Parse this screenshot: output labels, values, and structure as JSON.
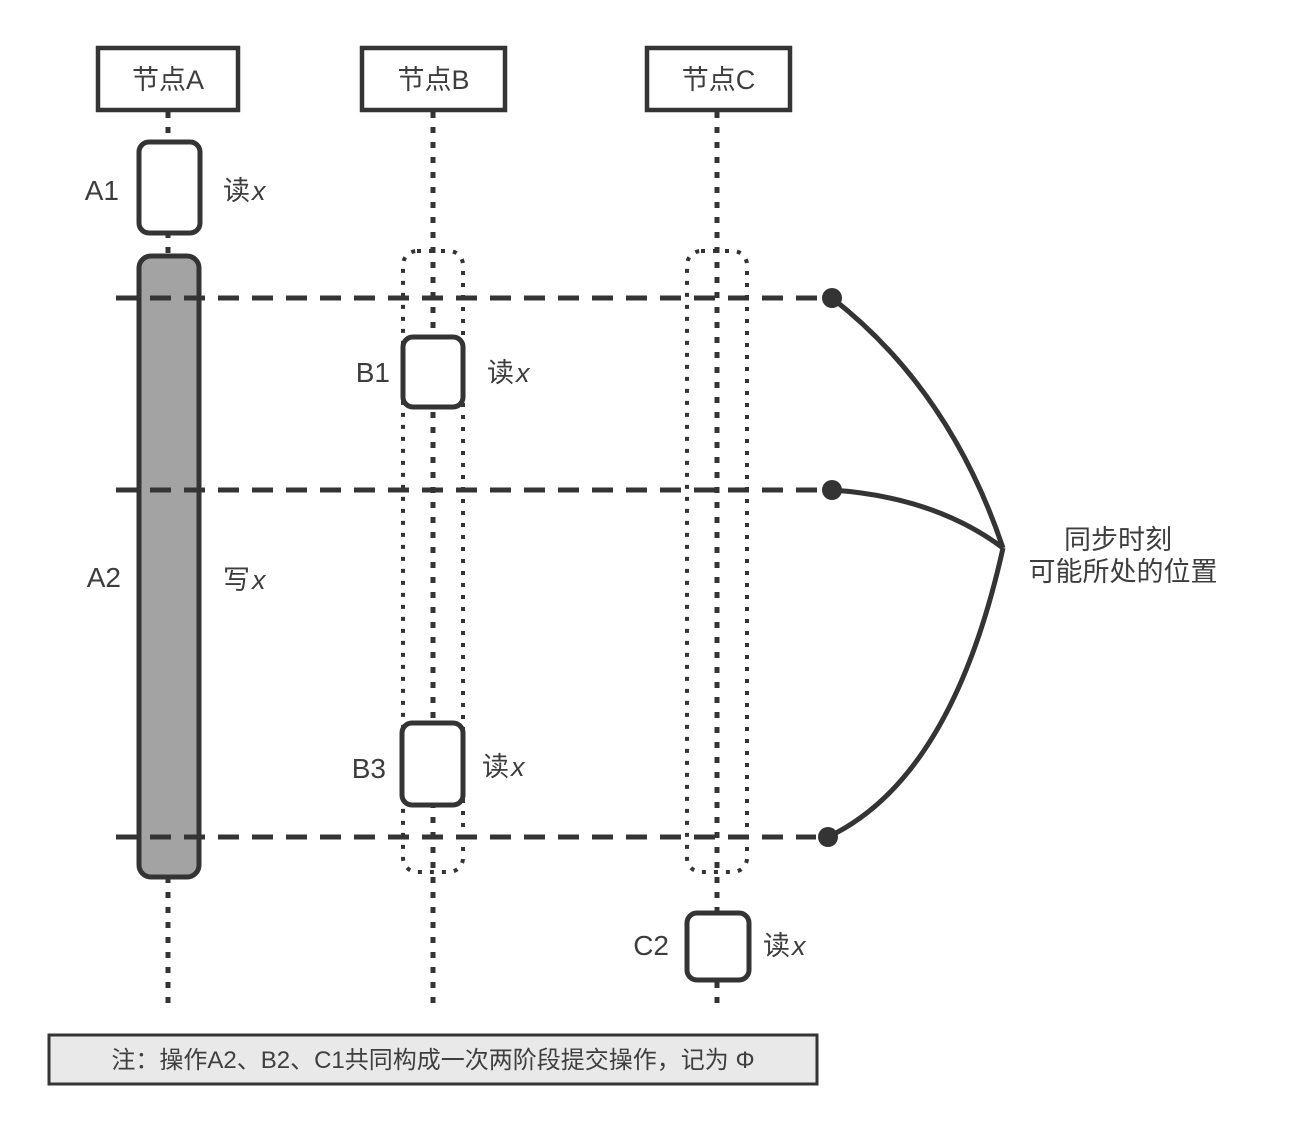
{
  "diagram": {
    "nodes": [
      {
        "label": "节点A"
      },
      {
        "label": "节点B"
      },
      {
        "label": "节点C"
      }
    ],
    "operations": {
      "a1": {
        "id": "A1",
        "action": "读",
        "variable": "x"
      },
      "a2": {
        "id": "A2",
        "action": "写",
        "variable": "x"
      },
      "b1": {
        "id": "B1",
        "action": "读",
        "variable": "x"
      },
      "b3": {
        "id": "B3",
        "action": "读",
        "variable": "x"
      },
      "c2": {
        "id": "C2",
        "action": "读",
        "variable": "x"
      }
    },
    "sync_annotation": {
      "line1": "同步时刻",
      "line2": "可能所处的位置"
    },
    "note": "注：操作A2、B2、C1共同构成一次两阶段提交操作，记为 Φ"
  },
  "colors": {
    "stroke_dark": "#343434",
    "bar_fill": "#a3a3a3",
    "note_background": "#e9e9e9",
    "text": "#3d3d3d"
  }
}
